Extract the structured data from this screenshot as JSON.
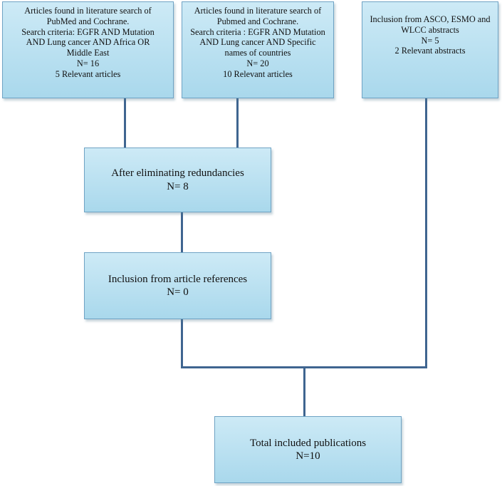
{
  "boxes": {
    "pubmed_africa": {
      "lines": [
        "Articles found in literature search of",
        "PubMed and Cochrane.",
        "Search criteria: EGFR AND Mutation",
        "AND Lung cancer AND Africa OR",
        "Middle East",
        "N= 16",
        "5 Relevant articles"
      ]
    },
    "pubmed_countries": {
      "lines": [
        "Articles found in literature search of",
        "Pubmed and Cochrane.",
        "Search criteria : EGFR AND Mutation",
        "AND Lung cancer AND Specific",
        "names of countries",
        "N= 20",
        "10 Relevant articles"
      ]
    },
    "abstracts": {
      "lines": [
        "Inclusion from ASCO, ESMO and",
        "WLCC abstracts",
        "N= 5",
        "2 Relevant abstracts"
      ]
    },
    "redundancies": {
      "lines": [
        "After eliminating redundancies",
        "N= 8"
      ]
    },
    "references": {
      "lines": [
        "Inclusion from article references",
        "N= 0"
      ]
    },
    "total": {
      "lines": [
        "Total included publications",
        "N=10"
      ]
    }
  },
  "colors": {
    "box_fill_top": "#cdeaf6",
    "box_fill_bottom": "#a9d8ec",
    "box_border": "#6fa3c4",
    "connector": "#3f6590"
  }
}
